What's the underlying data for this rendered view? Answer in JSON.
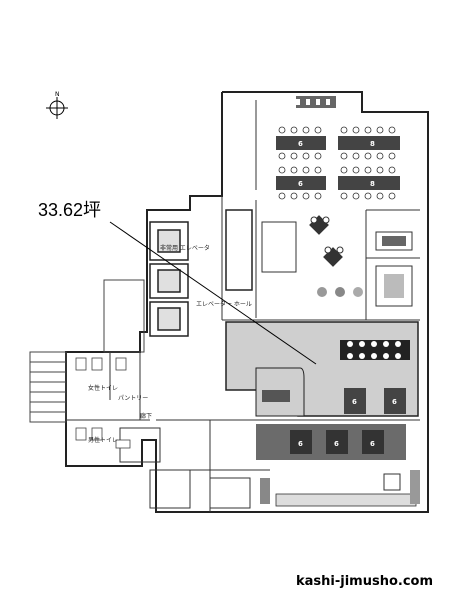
{
  "title": "",
  "area_label": "33.62坪",
  "site_label": "kashi-jimusho.com",
  "compass_letter": "N",
  "rooms": {
    "womens_toilet": "女性トイレ",
    "mens_toilet": "男性トイレ",
    "pantry": "パントリー",
    "corridor": "廊下",
    "elevator_hall": "エレベーター ホール",
    "emergency_elevator": "非常用 エレベータ"
  },
  "desk_numbers": [
    "6",
    "8",
    "6",
    "8",
    "6",
    "6",
    "6",
    "6",
    "6"
  ],
  "colors": {
    "highlight": "#cfcfcf",
    "desk": "#444444",
    "wall": "#222222"
  }
}
